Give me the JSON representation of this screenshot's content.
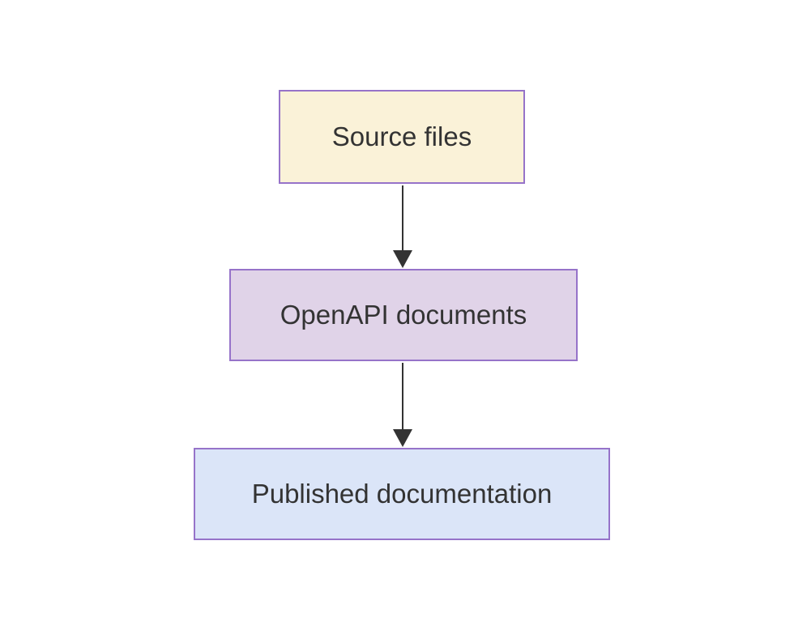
{
  "diagram": {
    "type": "flowchart",
    "direction": "top-down",
    "background_color": "#ffffff",
    "text_color": "#333333",
    "border_color": "#9673c9",
    "arrow_color": "#333333",
    "nodes": [
      {
        "id": "source",
        "label": "Source files",
        "fill": "#faf2d8",
        "border": "#9673c9"
      },
      {
        "id": "openapi",
        "label": "OpenAPI documents",
        "fill": "#e0d3e8",
        "border": "#9673c9"
      },
      {
        "id": "published",
        "label": "Published documentation",
        "fill": "#dbe5f8",
        "border": "#9673c9"
      }
    ],
    "edges": [
      {
        "from": "Source files",
        "to": "OpenAPI documents",
        "style": "solid",
        "arrowhead": "triangle",
        "color": "#333333"
      },
      {
        "from": "OpenAPI documents",
        "to": "Published documentation",
        "style": "solid",
        "arrowhead": "triangle",
        "color": "#333333"
      }
    ]
  }
}
